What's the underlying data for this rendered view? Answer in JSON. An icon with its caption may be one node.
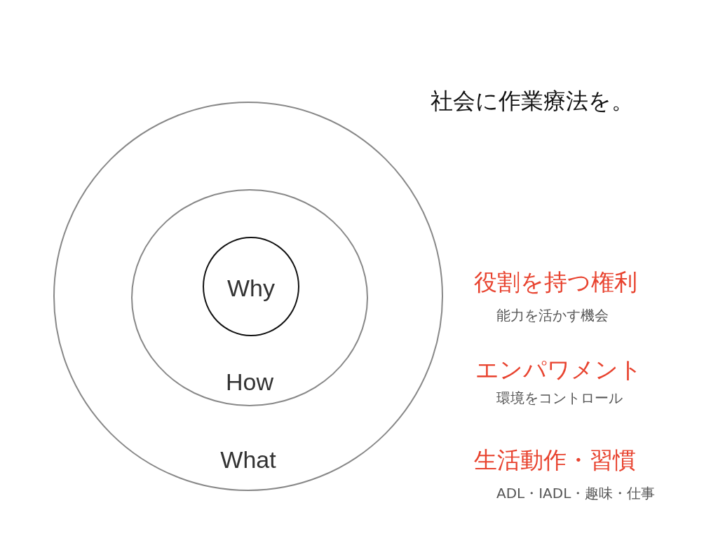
{
  "diagram": {
    "title": "社会に作業療法を。",
    "nodes": [
      {
        "text": [
          "What"
        ]
      },
      {
        "text": [
          "How"
        ],
        "in": 0
      },
      {
        "text": [
          "Why"
        ],
        "in": 1
      }
    ],
    "labels": [
      "役割を持つ権利",
      "能力を活かす機会",
      "エンパワメント",
      "環境をコントロール",
      "生活動作・習慣",
      "ADL・IADL・趣味・仕事"
    ]
  }
}
